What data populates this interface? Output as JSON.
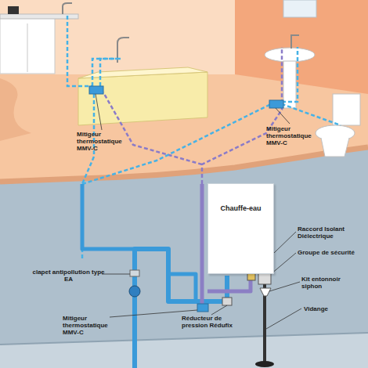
{
  "diagram": {
    "nodes": [
      {
        "text": [
          "Chauffe-eau"
        ]
      }
    ],
    "labels": [
      "Mitigeur thermostatique MMV-C",
      "Mitigeur thermostatique MMV-C",
      "clapet antipollution type EA",
      "Raccord Isolant Diélectrique",
      "Groupe de sécurité",
      "Kit entonnoir siphon",
      "Mitigeur thermostatique MMV-C",
      "Réducteur de pression Rédufix",
      "Vidange"
    ]
  }
}
